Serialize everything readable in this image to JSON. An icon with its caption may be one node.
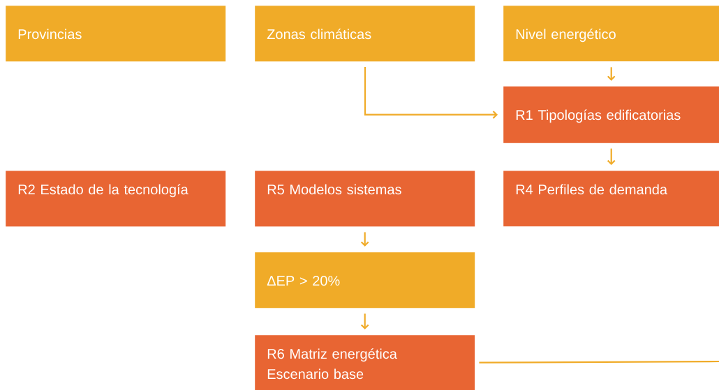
{
  "diagram": {
    "nodes": [
      {
        "text": [
          "Provincias"
        ]
      },
      {
        "text": [
          "Zonas climáticas"
        ]
      },
      {
        "text": [
          "Nivel energético"
        ]
      },
      {
        "text": [
          "R1 Tipologías edificatorias"
        ]
      },
      {
        "text": [
          "R2 Estado de la tecnología"
        ]
      },
      {
        "text": [
          "R5 Modelos sistemas"
        ]
      },
      {
        "text": [
          "R4 Perfiles de demanda"
        ]
      },
      {
        "text": [
          "ΔEP > 20%"
        ]
      },
      {
        "text": [
          "R6 Matriz energética Escenario base"
        ]
      }
    ],
    "edges": [
      {
        "from": 1,
        "to": 3,
        "arrow": "to"
      },
      {
        "from": 2,
        "to": 3,
        "arrow": "to"
      },
      {
        "from": 3,
        "to": 6,
        "arrow": "to"
      },
      {
        "from": 5,
        "to": 7,
        "arrow": "to"
      },
      {
        "from": 7,
        "to": 8,
        "arrow": "to"
      },
      {
        "from": 8,
        "to": null,
        "arrow": "none"
      }
    ]
  }
}
